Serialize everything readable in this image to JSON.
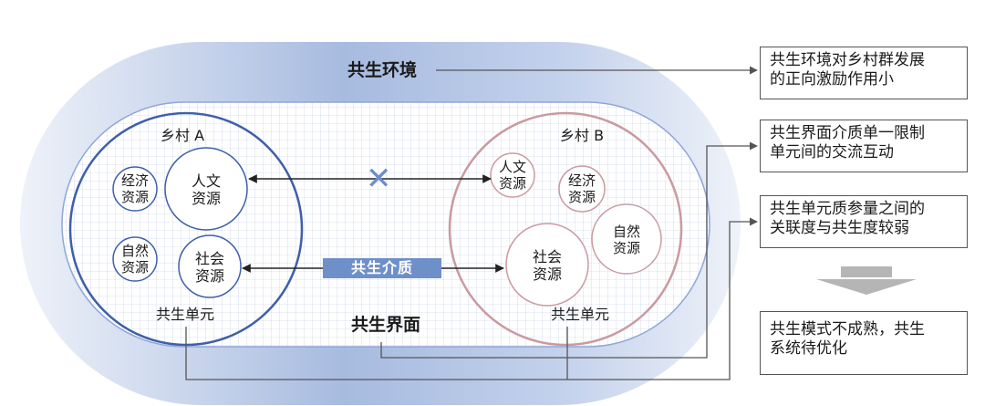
{
  "environment": {
    "label": "共生环境"
  },
  "interface": {
    "label": "共生界面"
  },
  "medium": {
    "label": "共生介质"
  },
  "village_a": {
    "title": "乡村 A",
    "unit_label": "共生单元",
    "resources": [
      {
        "line1": "经济",
        "line2": "资源"
      },
      {
        "line1": "人文",
        "line2": "资源"
      },
      {
        "line1": "自然",
        "line2": "资源"
      },
      {
        "line1": "社会",
        "line2": "资源"
      }
    ]
  },
  "village_b": {
    "title": "乡村 B",
    "unit_label": "共生单元",
    "resources": [
      {
        "line1": "人文",
        "line2": "资源"
      },
      {
        "line1": "经济",
        "line2": "资源"
      },
      {
        "line1": "自然",
        "line2": "资源"
      },
      {
        "line1": "社会",
        "line2": "资源"
      }
    ]
  },
  "blocked_symbol": "✕",
  "findings": [
    {
      "line1": "共生环境对乡村群发展",
      "line2": "的正向激励作用小"
    },
    {
      "line1": "共生界面介质单一限制",
      "line2": "单元间的交流互动"
    },
    {
      "line1": "共生单元质参量之间的",
      "line2": "关联度与共生度较弱"
    }
  ],
  "conclusion": {
    "line1": "共生模式不成熟，共生",
    "line2": "系统待优化"
  },
  "colors": {
    "environment_gradient": [
      "#e9eef7",
      "#aabde0"
    ],
    "village_a_border": "#3f5fa8",
    "village_b_border": "#c99aa0",
    "medium_fill": "#6f8fc9",
    "connector_line": "#555555"
  }
}
